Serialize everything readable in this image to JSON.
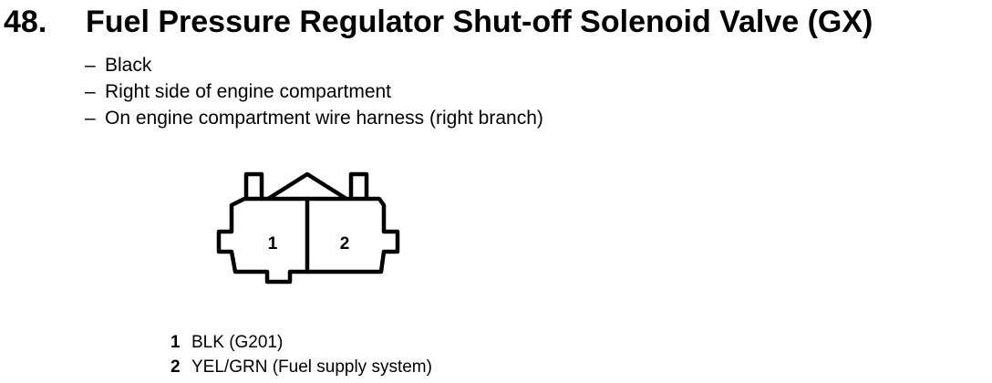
{
  "heading": {
    "number": "48.",
    "title": "Fuel Pressure Regulator Shut-off Solenoid Valve (GX)"
  },
  "location_notes": [
    {
      "dash": "–",
      "text": "Black"
    },
    {
      "dash": "–",
      "text": "Right side of engine compartment"
    },
    {
      "dash": "–",
      "text": "On engine compartment wire harness (right branch)"
    }
  ],
  "connector": {
    "cavity_labels": [
      "1",
      "2"
    ]
  },
  "pin_list": [
    {
      "pin": "1",
      "description": "BLK (G201)"
    },
    {
      "pin": "2",
      "description": "YEL/GRN (Fuel supply system)"
    }
  ]
}
